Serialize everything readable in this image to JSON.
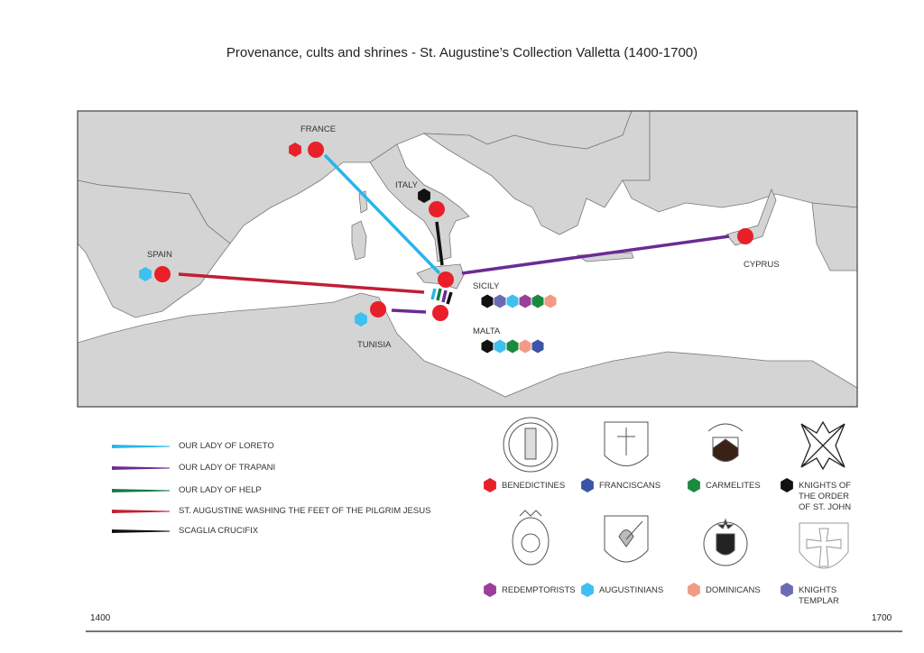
{
  "title": "Provenance, cults and shrines - St. Augustine’s Collection Valletta (1400-1700)",
  "places": {
    "france": "FRANCE",
    "italy": "ITALY",
    "spain": "SPAIN",
    "sicily": "SICILY",
    "malta": "MALTA",
    "tunisia": "TUNISIA",
    "cyprus": "CYPRUS"
  },
  "routes": [
    {
      "label": "OUR LADY OF LORETO",
      "color": "#27b5ea"
    },
    {
      "label": "OUR LADY OF TRAPANI",
      "color": "#6a2b94"
    },
    {
      "label": "OUR LADY OF HELP",
      "color": "#137a45"
    },
    {
      "label": "ST. AUGUSTINE WASHING THE FEET OF THE PILGRIM JESUS",
      "color": "#c01f35"
    },
    {
      "label": "SCAGLIA CRUCIFIX",
      "color": "#111111"
    }
  ],
  "orders": [
    {
      "label": "BENEDICTINES",
      "color": "#e8202a"
    },
    {
      "label": "FRANCISCANS",
      "color": "#3a55a8"
    },
    {
      "label": "CARMELITES",
      "color": "#1a8a3f"
    },
    {
      "label": "KNIGHTS OF THE ORDER OF ST. JOHN",
      "line1": "KNIGHTS OF",
      "line2": "THE ORDER",
      "line3": "OF ST. JOHN",
      "color": "#111111"
    },
    {
      "label": "REDEMPTORISTS",
      "color": "#9b3f9b"
    },
    {
      "label": "AUGUSTINIANS",
      "color": "#3fc0ef"
    },
    {
      "label": "DOMINICANS",
      "color": "#f29a86"
    },
    {
      "label": "KNIGHTS TEMPLAR",
      "line1": "KNIGHTS",
      "line2": "TEMPLAR",
      "color": "#6b6bb5"
    }
  ],
  "timeline": {
    "start": "1400",
    "end": "1700"
  }
}
